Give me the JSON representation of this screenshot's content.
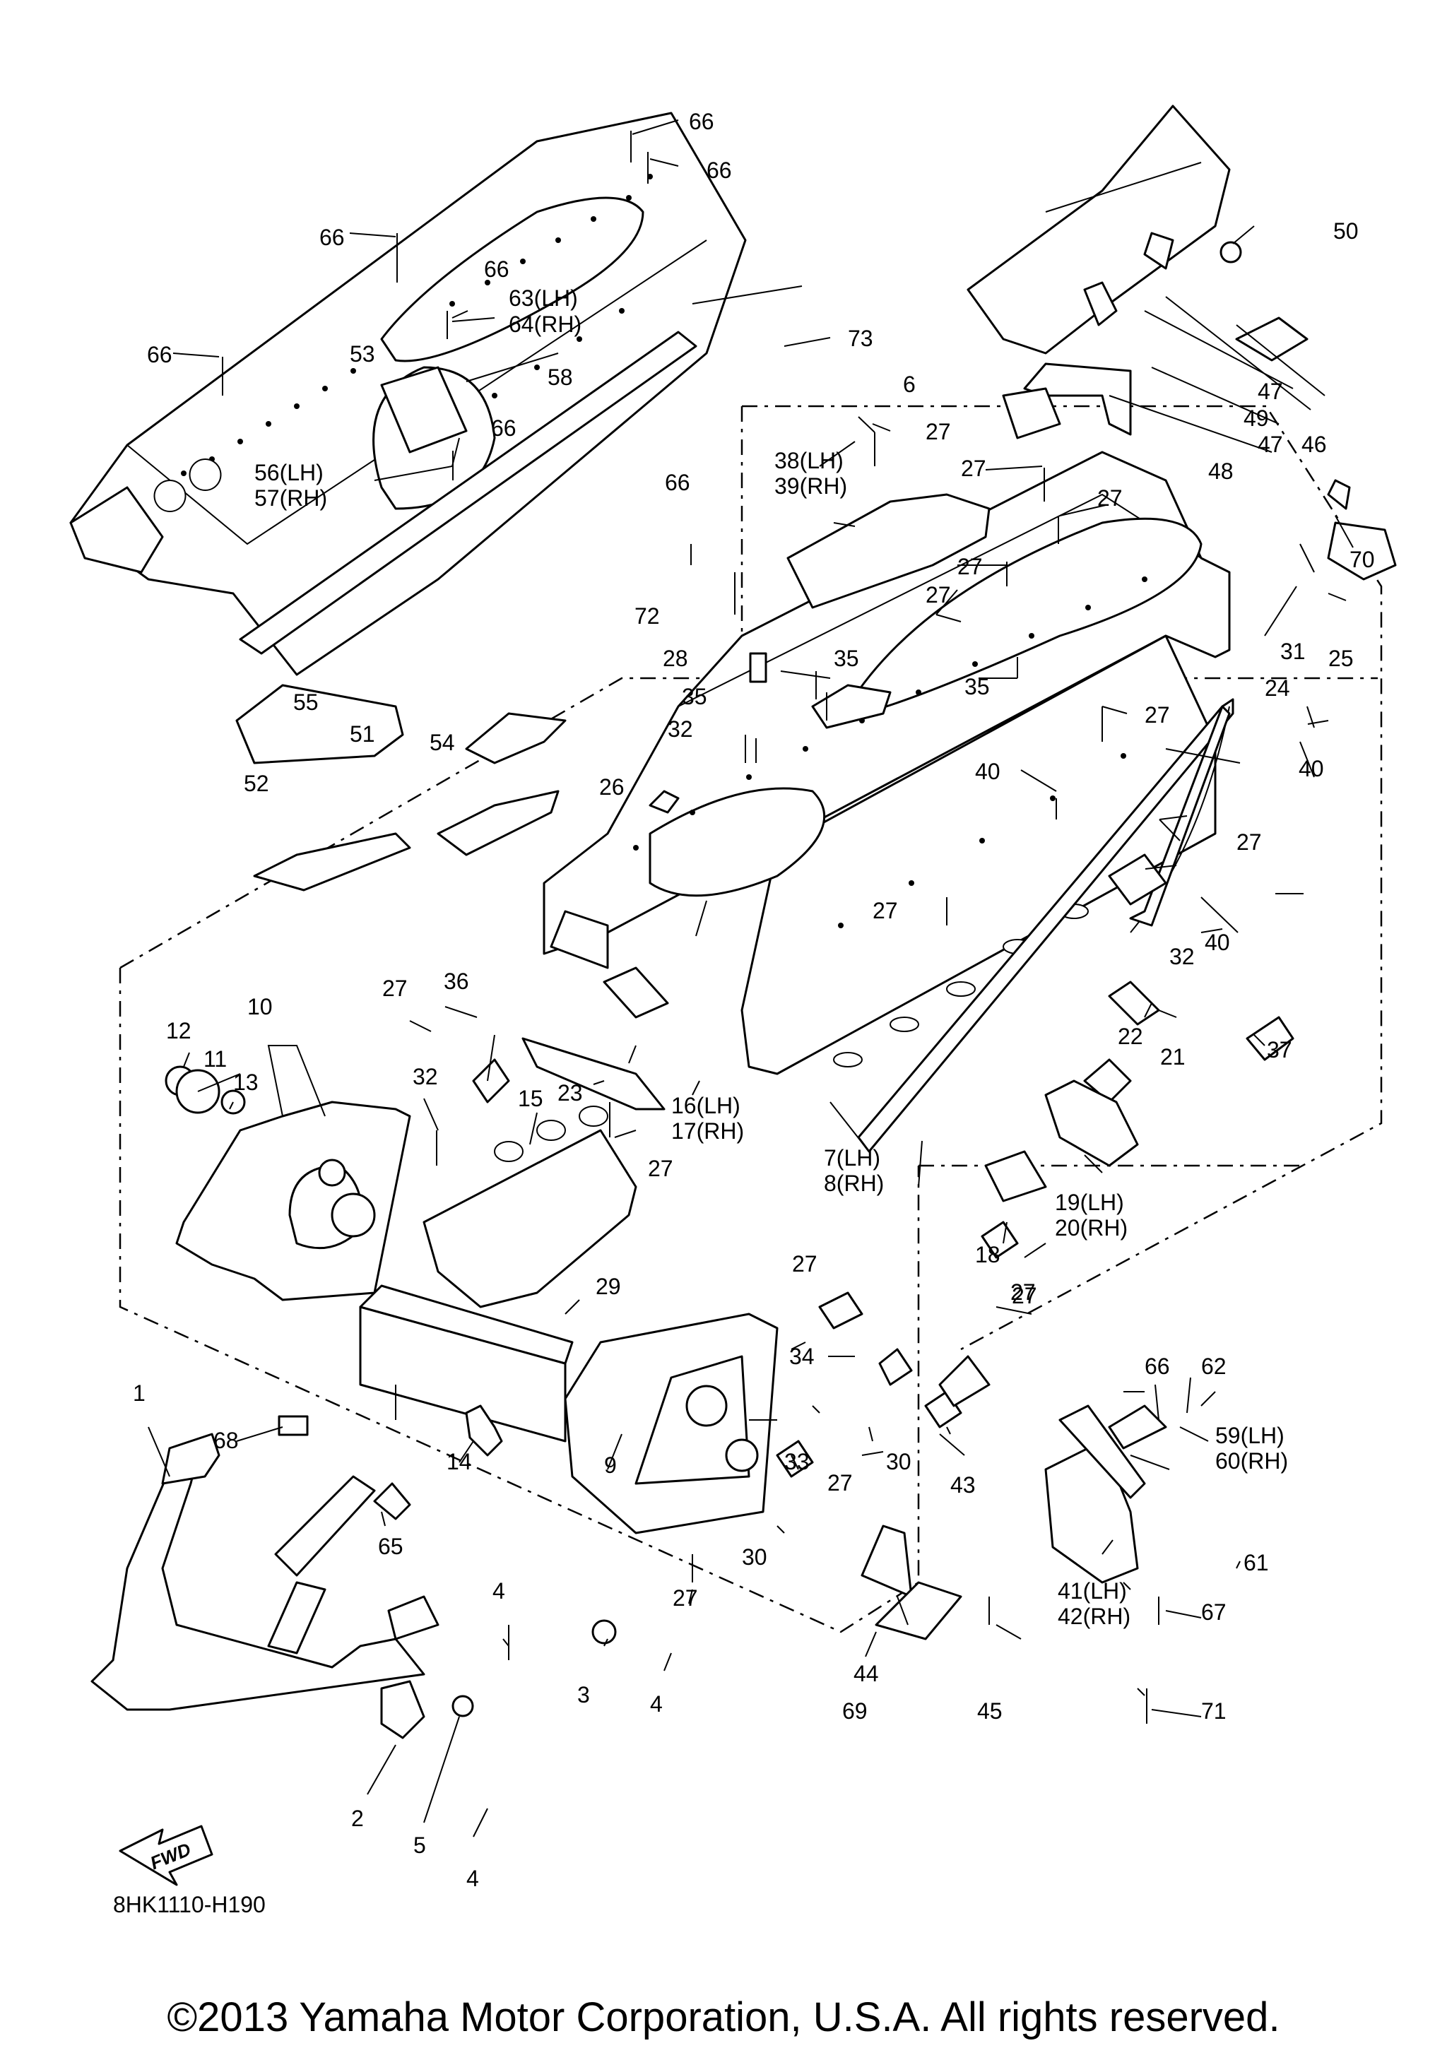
{
  "diagram_code": "8HK1110-H190",
  "copyright": "©2013 Yamaha Motor Corporation, U.S.A. All rights reserved.",
  "fwd_label": "FWD",
  "labels": {
    "l1": "1",
    "l2": "2",
    "l3": "3",
    "l4a": "4",
    "l4b": "4",
    "l4c": "4",
    "l5": "5",
    "l6": "6",
    "l7": "7(LH)",
    "l8": "8(RH)",
    "l9": "9",
    "l10": "10",
    "l11": "11",
    "l12": "12",
    "l13": "13",
    "l14": "14",
    "l15": "15",
    "l16": "16(LH)",
    "l17": "17(RH)",
    "l18": "18",
    "l19": "19(LH)",
    "l20": "20(RH)",
    "l21": "21",
    "l22": "22",
    "l23": "23",
    "l24": "24",
    "l25": "25",
    "l26": "26",
    "l27a": "27",
    "l27b": "27",
    "l27c": "27",
    "l27d": "27",
    "l27e": "27",
    "l27f": "27",
    "l27g": "27",
    "l27h": "27",
    "l27i": "27",
    "l27j": "27",
    "l27k": "27",
    "l27l": "27",
    "l27m": "27",
    "l27n": "27",
    "l28": "28",
    "l29": "29",
    "l30a": "30",
    "l30b": "30",
    "l31": "31",
    "l32a": "32",
    "l32b": "32",
    "l32c": "32",
    "l33": "33",
    "l34": "34",
    "l35a": "35",
    "l35b": "35",
    "l35c": "35",
    "l36": "36",
    "l37": "37",
    "l38": "38(LH)",
    "l39": "39(RH)",
    "l40a": "40",
    "l40b": "40",
    "l40c": "40",
    "l41": "41(LH)",
    "l42": "42(RH)",
    "l43": "43",
    "l44": "44",
    "l45": "45",
    "l46": "46",
    "l47a": "47",
    "l47b": "47",
    "l48": "48",
    "l49": "49",
    "l50": "50",
    "l51": "51",
    "l52": "52",
    "l53": "53",
    "l54": "54",
    "l55": "55",
    "l56": "56(LH)",
    "l57": "57(RH)",
    "l58": "58",
    "l59": "59(LH)",
    "l60": "60(RH)",
    "l61": "61",
    "l62": "62",
    "l63": "63(LH)",
    "l64": "64(RH)",
    "l65": "65",
    "l66a": "66",
    "l66b": "66",
    "l66c": "66",
    "l66d": "66",
    "l66e": "66",
    "l66f": "66",
    "l66g": "66",
    "l67": "67",
    "l68": "68",
    "l69": "69",
    "l70": "70",
    "l71": "71",
    "l72": "72",
    "l73": "73"
  }
}
